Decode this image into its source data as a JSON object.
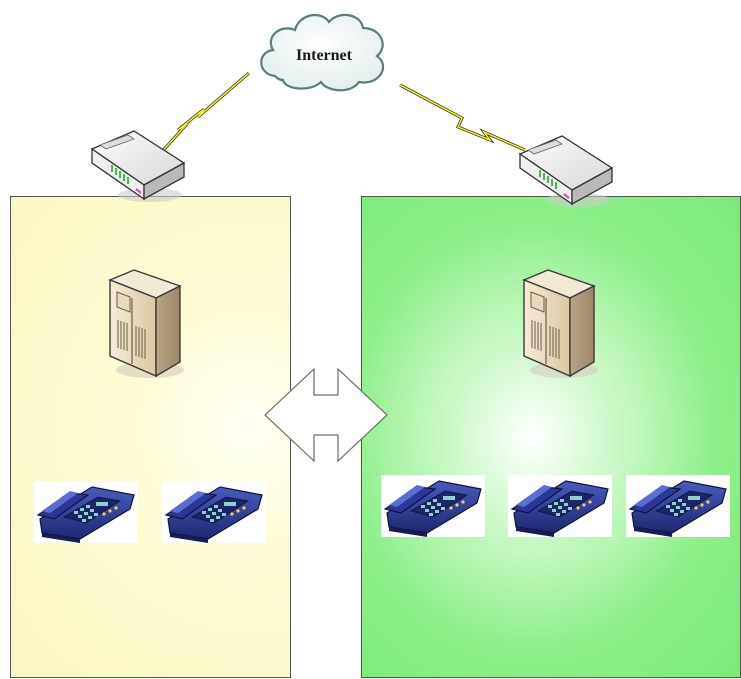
{
  "diagram": {
    "cloud": {
      "label": "Internet"
    },
    "left_site": {
      "phones": 2,
      "fill": "#fbf7c3"
    },
    "right_site": {
      "phones": 3,
      "fill": "#8ef08a"
    },
    "colors": {
      "lightning": "#f5f01e",
      "phone_body": "#2b3a8a",
      "phone_keys": "#8fd0c8",
      "server_body": "#e8dcc4",
      "router_led": "#3fbf4a"
    },
    "icons": [
      "cloud-icon",
      "lightning-link-icon",
      "router-icon",
      "server-icon",
      "ip-phone-icon",
      "bidirectional-arrow-icon"
    ]
  }
}
